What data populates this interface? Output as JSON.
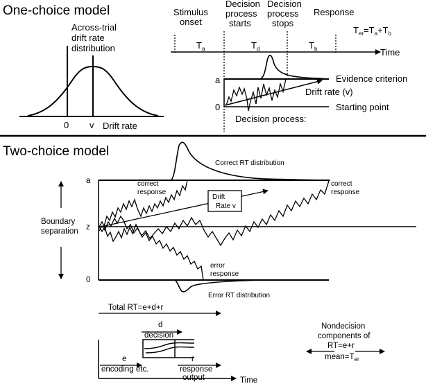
{
  "one_choice": {
    "title": "One-choice model",
    "drift_dist_label": [
      "Across-trial",
      "drift rate",
      "distribution"
    ],
    "drift_axis": {
      "zero": "0",
      "v": "v",
      "label": "Drift rate"
    },
    "timeline": {
      "stimulus_onset": [
        "Stimulus",
        "onset"
      ],
      "decision_starts": [
        "Decision",
        "process",
        "starts"
      ],
      "decision_stops": [
        "Decision",
        "process",
        "stops"
      ],
      "response": "Response",
      "time": "Time",
      "ter_formula": "Ter=Ta+Tb",
      "intervals": [
        "Ta",
        "Td",
        "Tb"
      ]
    },
    "process": {
      "a": "a",
      "zero": "0",
      "evidence_criterion": "Evidence criterion",
      "drift_rate": "Drift rate (v)",
      "starting_point": "Starting point",
      "caption": "Decision process:"
    }
  },
  "two_choice": {
    "title": "Two-choice model",
    "correct_rt": "Correct RT distribution",
    "error_rt": "Error RT distribution",
    "a": "a",
    "z": "z",
    "zero": "0",
    "boundary": [
      "Boundary",
      "separation"
    ],
    "correct_response_left": [
      "correct",
      "response"
    ],
    "correct_response_right": [
      "correct",
      "response"
    ],
    "error_response": [
      "error",
      "response"
    ],
    "drift_box": [
      "Drift",
      "Rate v"
    ],
    "total_rt": "Total RT=e+d+r",
    "d": "d",
    "decision": "decision",
    "e": "e",
    "encoding": "encoding etc.",
    "r": "r",
    "response_output": [
      "response",
      "output"
    ],
    "time": "Time",
    "nondecision": [
      "Nondecision",
      "components of",
      "RT=e+r",
      "mean=Ter"
    ]
  }
}
